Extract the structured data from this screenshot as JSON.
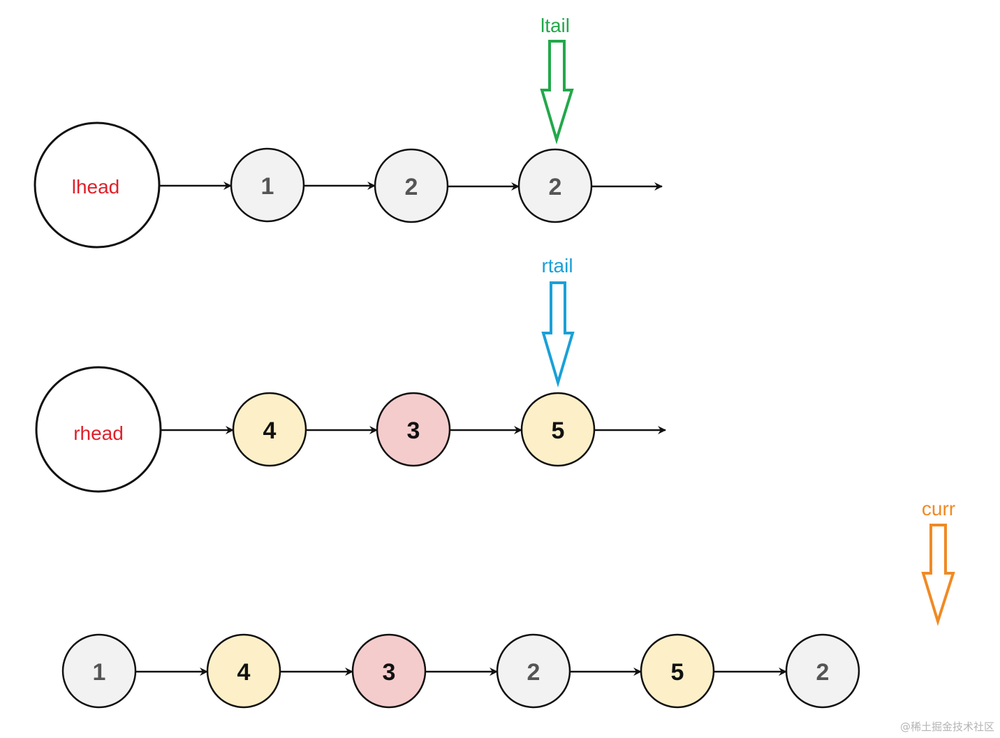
{
  "colors": {
    "head_label": "#e0202a",
    "ltail": "#22a84a",
    "rtail": "#1aa0d8",
    "curr": "#f08a24",
    "node_gray": "#f2f2f2",
    "node_yellow": "#fdf0c8",
    "node_pink": "#f5cccc",
    "stroke": "#111111",
    "num_gray": "#555555",
    "num_dark": "#111111"
  },
  "lists": {
    "left": {
      "head": "lhead",
      "nodes": [
        {
          "value": "1",
          "color": "gray"
        },
        {
          "value": "2",
          "color": "gray"
        },
        {
          "value": "2",
          "color": "gray"
        }
      ]
    },
    "right": {
      "head": "rhead",
      "nodes": [
        {
          "value": "4",
          "color": "yellow"
        },
        {
          "value": "3",
          "color": "pink"
        },
        {
          "value": "5",
          "color": "yellow"
        }
      ]
    },
    "merged": {
      "nodes": [
        {
          "value": "1",
          "color": "gray"
        },
        {
          "value": "4",
          "color": "yellow"
        },
        {
          "value": "3",
          "color": "pink"
        },
        {
          "value": "2",
          "color": "gray"
        },
        {
          "value": "5",
          "color": "yellow"
        },
        {
          "value": "2",
          "color": "gray"
        }
      ]
    }
  },
  "pointers": {
    "ltail": "ltail",
    "rtail": "rtail",
    "curr": "curr"
  },
  "watermark": "@稀土掘金技术社区"
}
